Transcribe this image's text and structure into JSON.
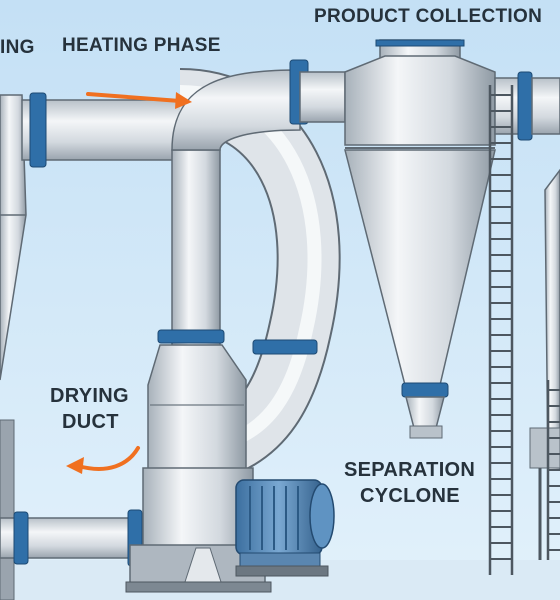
{
  "labels": {
    "left_partial": "ING",
    "heating_phase": "HEATING PHASE",
    "product_collection": "PRODUCT COLLECTION",
    "drying_duct_line1": "DRYING",
    "drying_duct_line2": "DUCT",
    "separation_cyclone_line1": "SEPARATION",
    "separation_cyclone_line2": "CYCLONE"
  },
  "colors": {
    "background_top": "#c4e0f5",
    "background_bottom": "#e2f1fb",
    "metal_light": "#f2f4f6",
    "metal_mid": "#c9d1d8",
    "metal_dark": "#8a949e",
    "flange_blue": "#2f6fa8",
    "arrow_orange": "#f07020",
    "motor_blue": "#4f86b8",
    "ink": "#3a4650"
  },
  "icons": {
    "flow_arrows": "arrow-icon",
    "blower_motor": "motor-icon",
    "ladders": "ladder-icon"
  }
}
